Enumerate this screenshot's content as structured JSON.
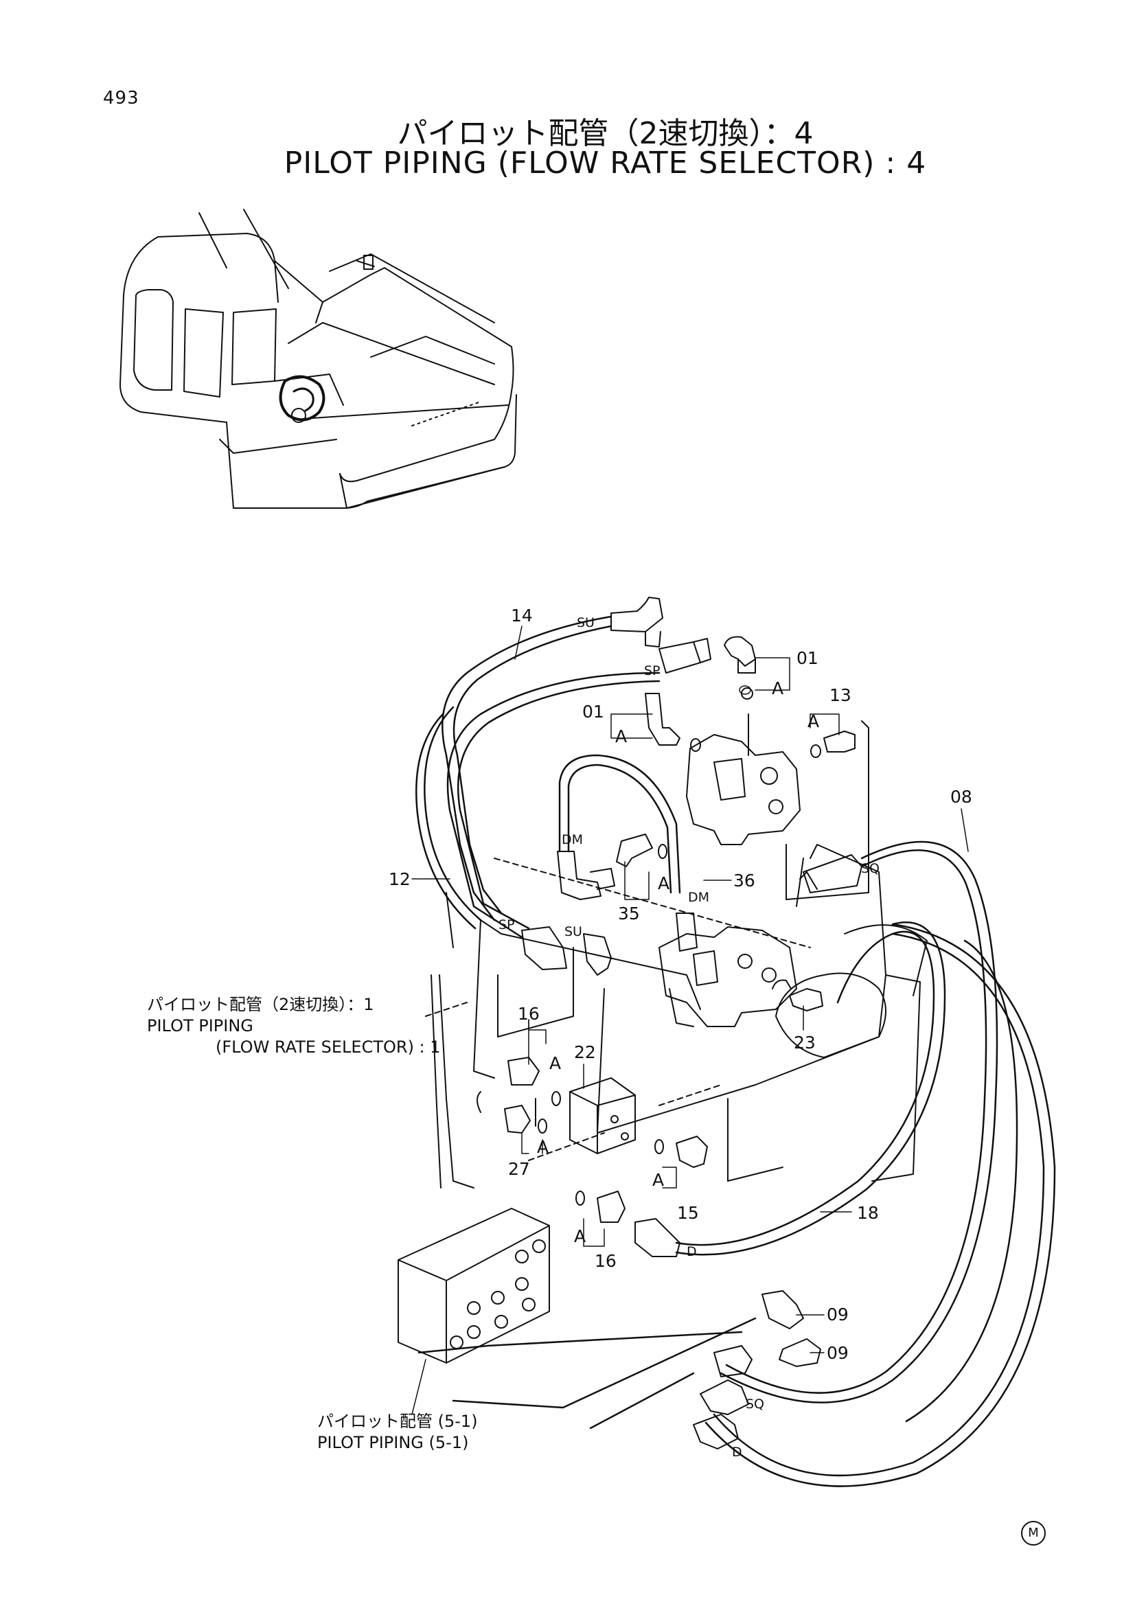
{
  "page_number": "493",
  "title_jp": "パイロット配管（2速切換）：4",
  "title_en": "PILOT PIPING (FLOW RATE SELECTOR) : 4",
  "refs": {
    "ref1_jp": "パイロット配管（2速切換）：1",
    "ref1_en1": "PILOT PIPING",
    "ref1_en2": "(FLOW RATE SELECTOR) : 1",
    "ref2_jp": "パイロット配管 (5-1)",
    "ref2_en": "PILOT PIPING (5-1)"
  },
  "callouts": {
    "p14": "14",
    "p01a": "01",
    "p01b": "01",
    "p13": "13",
    "p08": "08",
    "p12": "12",
    "p36": "36",
    "p35": "35",
    "p23": "23",
    "p16a": "16",
    "p22": "22",
    "p27": "27",
    "p15": "15",
    "p18": "18",
    "p16b": "16",
    "p09a": "09",
    "p09b": "09"
  },
  "ports": {
    "su1": "SU",
    "sp1": "SP",
    "a1": "A",
    "a2": "A",
    "a3": "A",
    "dm1": "DM",
    "a4": "A",
    "dm2": "DM",
    "sq1": "SQ",
    "sp2": "SP",
    "su2": "SU",
    "a5": "A",
    "a6": "A",
    "a7": "A",
    "a8": "A",
    "d1": "D",
    "sq2": "SQ",
    "d2": "D"
  },
  "mark": "M"
}
